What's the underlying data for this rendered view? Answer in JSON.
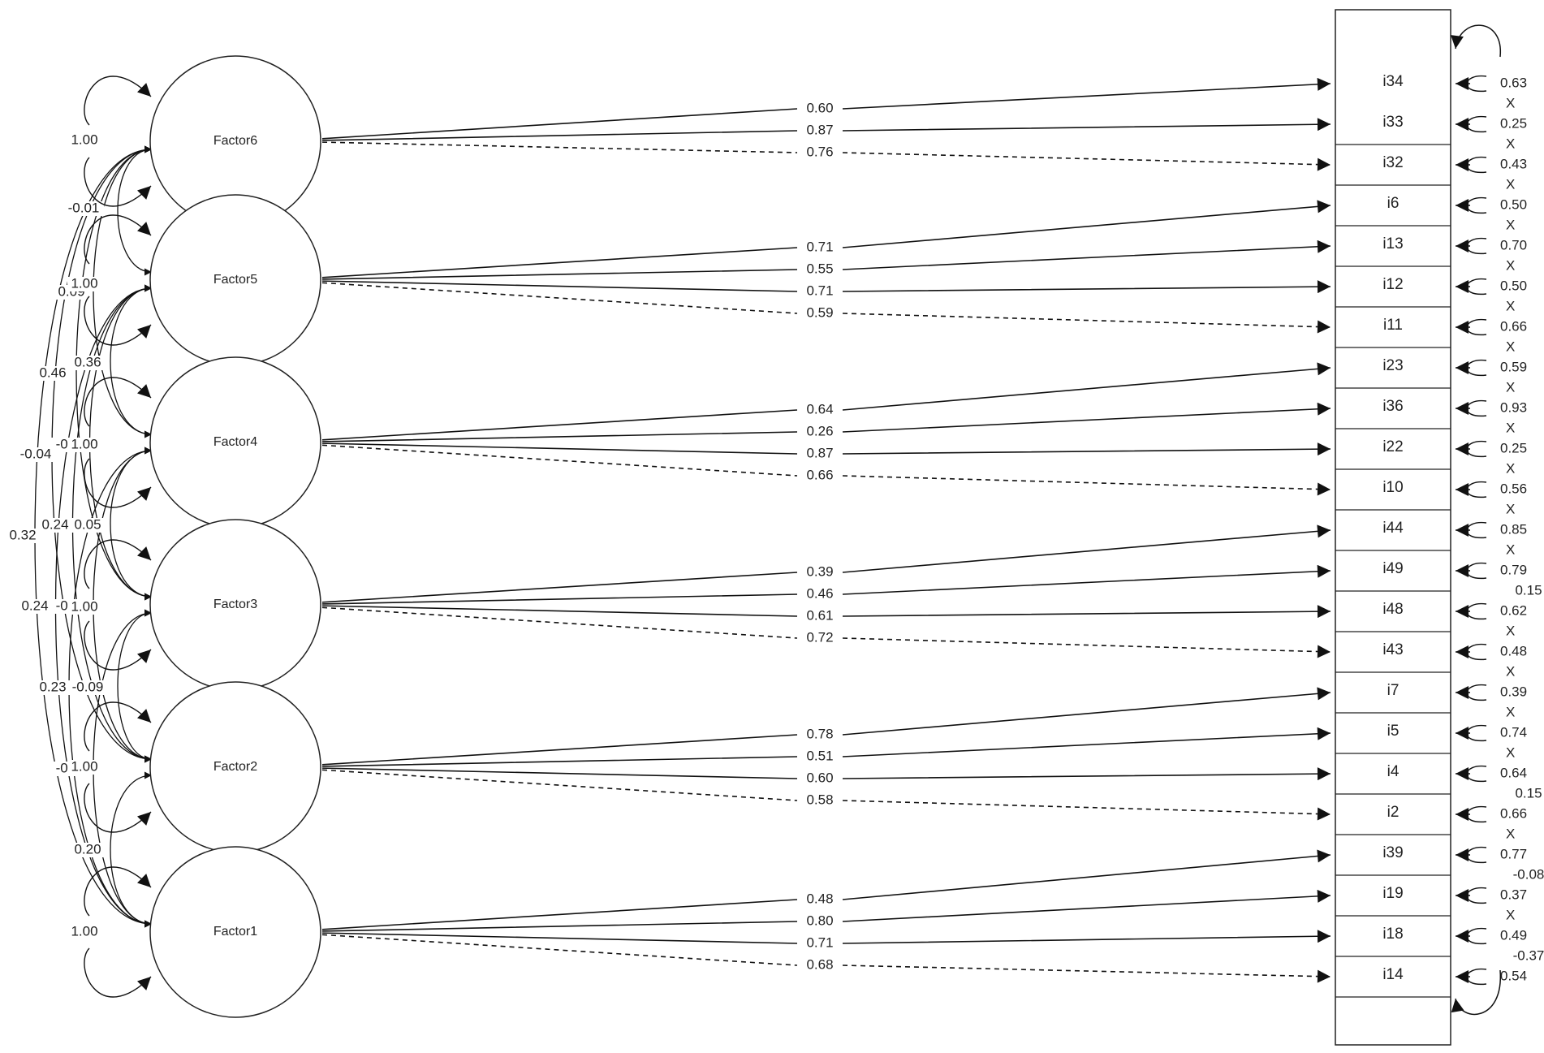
{
  "factors": [
    {
      "id": "f6",
      "label": "Factor6",
      "variance": "1.00"
    },
    {
      "id": "f5",
      "label": "Factor5",
      "variance": "1.00"
    },
    {
      "id": "f4",
      "label": "Factor4",
      "variance": "1.00"
    },
    {
      "id": "f3",
      "label": "Factor3",
      "variance": "1.00"
    },
    {
      "id": "f2",
      "label": "Factor2",
      "variance": "1.00"
    },
    {
      "id": "f1",
      "label": "Factor1",
      "variance": "1.00"
    }
  ],
  "items": [
    {
      "label": "i34",
      "residual": "0.63"
    },
    {
      "label": "i33",
      "residual": "0.25"
    },
    {
      "label": "i32",
      "residual": "0.43"
    },
    {
      "label": "i6",
      "residual": "0.50"
    },
    {
      "label": "i13",
      "residual": "0.70"
    },
    {
      "label": "i12",
      "residual": "0.50"
    },
    {
      "label": "i11",
      "residual": "0.66"
    },
    {
      "label": "i23",
      "residual": "0.59"
    },
    {
      "label": "i36",
      "residual": "0.93"
    },
    {
      "label": "i22",
      "residual": "0.25"
    },
    {
      "label": "i10",
      "residual": "0.56"
    },
    {
      "label": "i44",
      "residual": "0.85"
    },
    {
      "label": "i49",
      "residual": "0.79"
    },
    {
      "label": "i48",
      "residual": "0.62"
    },
    {
      "label": "i43",
      "residual": "0.48"
    },
    {
      "label": "i7",
      "residual": "0.39"
    },
    {
      "label": "i5",
      "residual": "0.74"
    },
    {
      "label": "i4",
      "residual": "0.64"
    },
    {
      "label": "i2",
      "residual": "0.66"
    },
    {
      "label": "i39",
      "residual": "0.77"
    },
    {
      "label": "i19",
      "residual": "0.37"
    },
    {
      "label": "i18",
      "residual": "0.49"
    },
    {
      "label": "i14",
      "residual": "0.54"
    }
  ],
  "loadings": [
    {
      "factor": 0,
      "item": 0,
      "value": "0.60",
      "fixed": false
    },
    {
      "factor": 0,
      "item": 1,
      "value": "0.87",
      "fixed": false
    },
    {
      "factor": 0,
      "item": 2,
      "value": "0.76",
      "fixed": true
    },
    {
      "factor": 1,
      "item": 3,
      "value": "0.71",
      "fixed": false
    },
    {
      "factor": 1,
      "item": 4,
      "value": "0.55",
      "fixed": false
    },
    {
      "factor": 1,
      "item": 5,
      "value": "0.71",
      "fixed": false
    },
    {
      "factor": 1,
      "item": 6,
      "value": "0.59",
      "fixed": true
    },
    {
      "factor": 2,
      "item": 7,
      "value": "0.64",
      "fixed": false
    },
    {
      "factor": 2,
      "item": 8,
      "value": "0.26",
      "fixed": false
    },
    {
      "factor": 2,
      "item": 9,
      "value": "0.87",
      "fixed": false
    },
    {
      "factor": 2,
      "item": 10,
      "value": "0.66",
      "fixed": true
    },
    {
      "factor": 3,
      "item": 11,
      "value": "0.39",
      "fixed": false
    },
    {
      "factor": 3,
      "item": 12,
      "value": "0.46",
      "fixed": false
    },
    {
      "factor": 3,
      "item": 13,
      "value": "0.61",
      "fixed": false
    },
    {
      "factor": 3,
      "item": 14,
      "value": "0.72",
      "fixed": true
    },
    {
      "factor": 4,
      "item": 15,
      "value": "0.78",
      "fixed": false
    },
    {
      "factor": 4,
      "item": 16,
      "value": "0.51",
      "fixed": false
    },
    {
      "factor": 4,
      "item": 17,
      "value": "0.60",
      "fixed": false
    },
    {
      "factor": 4,
      "item": 18,
      "value": "0.58",
      "fixed": true
    },
    {
      "factor": 5,
      "item": 19,
      "value": "0.48",
      "fixed": false
    },
    {
      "factor": 5,
      "item": 20,
      "value": "0.80",
      "fixed": false
    },
    {
      "factor": 5,
      "item": 21,
      "value": "0.71",
      "fixed": false
    },
    {
      "factor": 5,
      "item": 22,
      "value": "0.68",
      "fixed": true
    }
  ],
  "gap_markers": [
    {
      "after_item": 0,
      "text": "X"
    },
    {
      "after_item": 1,
      "text": "X"
    },
    {
      "after_item": 2,
      "text": "X"
    },
    {
      "after_item": 3,
      "text": "X"
    },
    {
      "after_item": 4,
      "text": "X"
    },
    {
      "after_item": 5,
      "text": "X"
    },
    {
      "after_item": 6,
      "text": "X"
    },
    {
      "after_item": 7,
      "text": "X"
    },
    {
      "after_item": 8,
      "text": "X"
    },
    {
      "after_item": 9,
      "text": "X"
    },
    {
      "after_item": 10,
      "text": "X"
    },
    {
      "after_item": 11,
      "text": "X"
    },
    {
      "after_item": 12,
      "text": "0.15"
    },
    {
      "after_item": 13,
      "text": "X"
    },
    {
      "after_item": 14,
      "text": "X"
    },
    {
      "after_item": 15,
      "text": "X"
    },
    {
      "after_item": 16,
      "text": "X"
    },
    {
      "after_item": 17,
      "text": "0.15"
    },
    {
      "after_item": 18,
      "text": "X"
    },
    {
      "after_item": 19,
      "text": "-0.08"
    },
    {
      "after_item": 20,
      "text": "X"
    },
    {
      "after_item": 21,
      "text": "-0.37"
    }
  ],
  "factor_covariances": [
    {
      "text": "-0.01",
      "between": [
        "Factor6",
        "Factor5"
      ]
    },
    {
      "text": "0.09",
      "between": [
        "Factor6",
        "Factor4"
      ]
    },
    {
      "text": "0.36",
      "between": [
        "Factor5",
        "Factor4"
      ]
    },
    {
      "text": "0.46",
      "between": [
        "Factor6",
        "Factor3"
      ]
    },
    {
      "text": "-0.04",
      "between": [
        "Factor6",
        "Factor2"
      ]
    },
    {
      "text": "-0.01",
      "between": [
        "Factor5",
        "Factor3"
      ]
    },
    {
      "text": "0.32",
      "between": [
        "Factor6",
        "Factor1"
      ]
    },
    {
      "text": "0.24",
      "between": [
        "Factor5",
        "Factor2"
      ]
    },
    {
      "text": "0.05",
      "between": [
        "Factor4",
        "Factor3"
      ]
    },
    {
      "text": "0.24",
      "between": [
        "Factor5",
        "Factor1"
      ]
    },
    {
      "text": "-0.02",
      "between": [
        "Factor4",
        "Factor2"
      ]
    },
    {
      "text": "0.23",
      "between": [
        "Factor4",
        "Factor1"
      ]
    },
    {
      "text": "-0.09",
      "between": [
        "Factor3",
        "Factor2"
      ]
    },
    {
      "text": "-0.30",
      "between": [
        "Factor3",
        "Factor1"
      ]
    },
    {
      "text": "0.20",
      "between": [
        "Factor2",
        "Factor1"
      ]
    }
  ]
}
